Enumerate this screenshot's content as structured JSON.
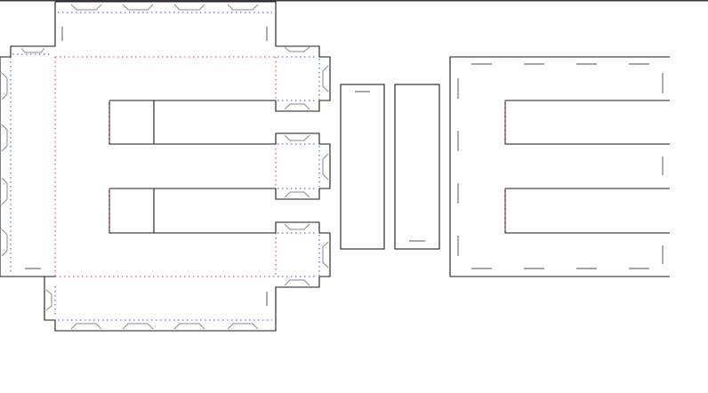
{
  "colors": {
    "background": "#ffffff",
    "top_rule": "#3a3a3a",
    "cut_line": "#1a1a1a",
    "mountain_fold": "#e0302b",
    "valley_fold": "#2a4fd0",
    "tab_and_slot": "#8a8a8a"
  },
  "pieces": [
    {
      "name": "main-box-net"
    },
    {
      "name": "side-strip-1"
    },
    {
      "name": "side-strip-2"
    },
    {
      "name": "lid-panel"
    }
  ]
}
